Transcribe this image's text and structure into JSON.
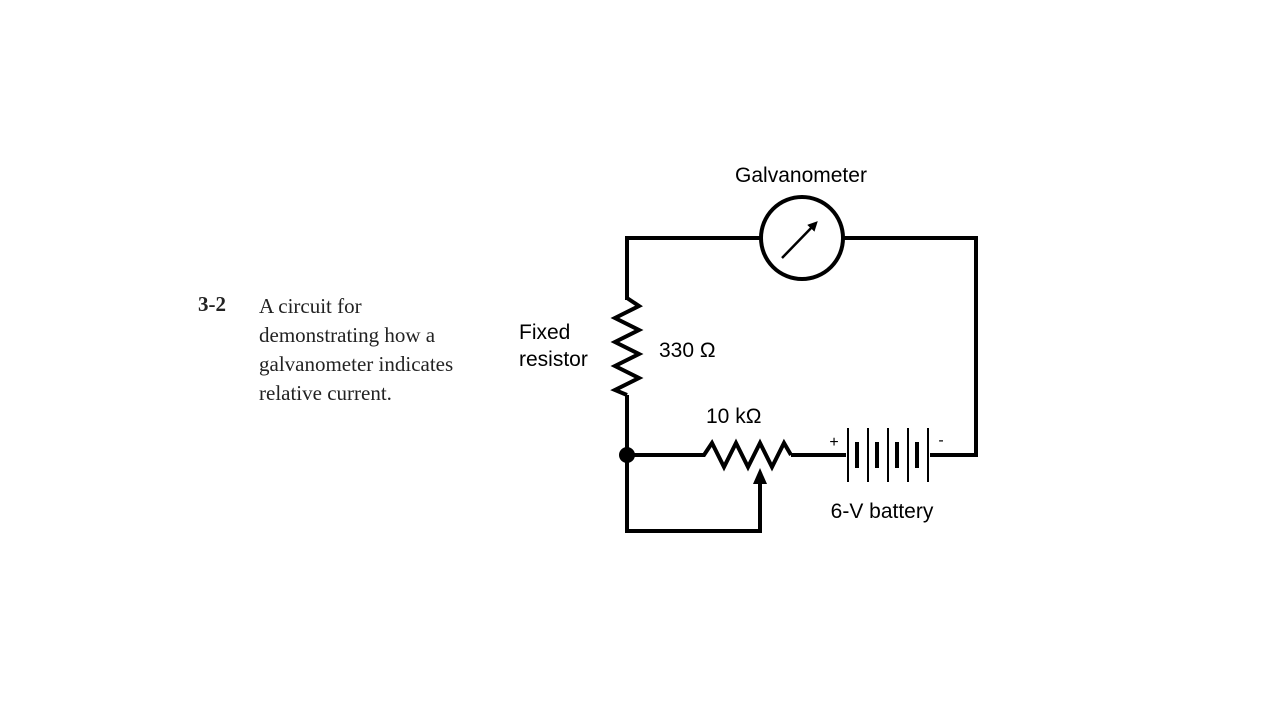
{
  "figure": {
    "number": "3-2",
    "caption_lines": [
      "A circuit for",
      "demonstrating how a",
      "galvanometer indicates",
      "relative current."
    ]
  },
  "circuit": {
    "galvanometer_label": "Galvanometer",
    "fixed_resistor_label_line1": "Fixed",
    "fixed_resistor_label_line2": "resistor",
    "fixed_resistor_value": "330 Ω",
    "potentiometer_value": "10 kΩ",
    "battery_label": "6-V battery",
    "battery_plus": "+",
    "battery_minus": "-"
  },
  "colors": {
    "wire": "#000000",
    "caption_text": "#222222"
  }
}
